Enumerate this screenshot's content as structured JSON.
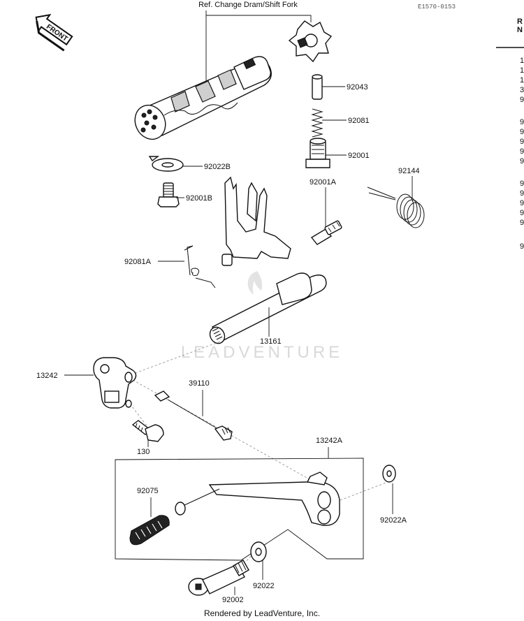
{
  "diagram": {
    "ref_text": "Ref. Change Dram/Shift Fork",
    "image_code": "E1570-0153",
    "front_label": "FRONT",
    "watermark": "LEADVENTURE",
    "footer": "Rendered by LeadVenture, Inc.",
    "side_header": [
      "R",
      "N"
    ],
    "side_numbers": [
      "1",
      "1",
      "1",
      "3",
      "9",
      "9",
      "9",
      "9",
      "9",
      "9",
      "9",
      "9",
      "9",
      "9",
      "9",
      "9"
    ],
    "parts": [
      {
        "label": "92043"
      },
      {
        "label": "92081"
      },
      {
        "label": "92001"
      },
      {
        "label": "92022B"
      },
      {
        "label": "92001B"
      },
      {
        "label": "92001A"
      },
      {
        "label": "92144"
      },
      {
        "label": "92081A"
      },
      {
        "label": "13161"
      },
      {
        "label": "13242"
      },
      {
        "label": "39110"
      },
      {
        "label": "130"
      },
      {
        "label": "13242A"
      },
      {
        "label": "92075"
      },
      {
        "label": "92022A"
      },
      {
        "label": "92022"
      },
      {
        "label": "92002"
      }
    ]
  }
}
